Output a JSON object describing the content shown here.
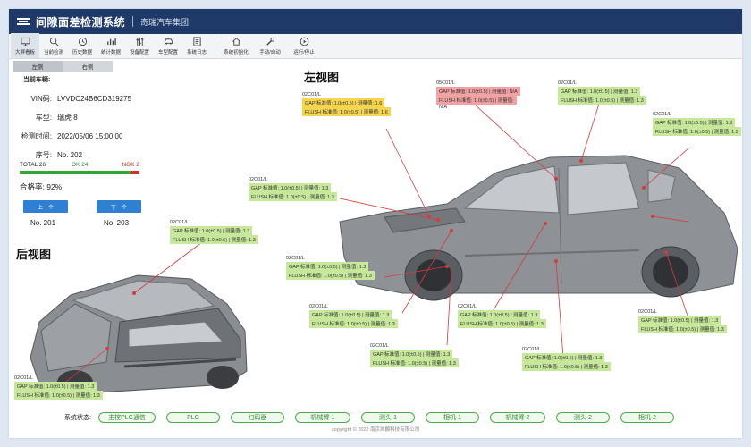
{
  "header": {
    "title": "间隙面差检测系统",
    "company": "奇瑞汽车集团",
    "brand_color": "#1f3a68"
  },
  "toolbar": {
    "items": [
      {
        "label": "大屏看板",
        "icon": "monitor-icon"
      },
      {
        "label": "当前检测",
        "icon": "search-icon"
      },
      {
        "label": "历史数据",
        "icon": "clock-icon"
      },
      {
        "label": "统计数据",
        "icon": "bar-chart-icon"
      },
      {
        "label": "设备配置",
        "icon": "sliders-icon"
      },
      {
        "label": "车型配置",
        "icon": "car-icon"
      },
      {
        "label": "系统日志",
        "icon": "log-icon"
      }
    ],
    "right_items": [
      {
        "label": "系统初始化",
        "icon": "home-icon"
      },
      {
        "label": "手动/自动",
        "icon": "wrench-icon"
      },
      {
        "label": "运行/停止",
        "icon": "play-icon"
      }
    ]
  },
  "tabs": [
    "左侧",
    "右侧"
  ],
  "info": {
    "title": "当前车辆:",
    "rows": [
      {
        "k": "VIN码:",
        "v": "LVVDC24B6CD319275"
      },
      {
        "k": "车型:",
        "v": "瑞虎 8"
      },
      {
        "k": "检测时间:",
        "v": "2022/05/06 15:00:00"
      },
      {
        "k": "序号:",
        "v": "No. 202"
      }
    ],
    "total": "TOTAL 26",
    "ok": "OK 24",
    "nok": "NOK 2",
    "ok_ratio": 0.923,
    "rate": "合格率:  92%",
    "prev": "上一个",
    "next": "下一个",
    "prev_no": "No. 201",
    "next_no": "No. 203"
  },
  "views": {
    "left": "左视图",
    "rear": "后视图"
  },
  "callouts": [
    {
      "id": "02C01/L",
      "gap": "GAP 标准值: 1.0(±0.5) | 测量值: 1.6",
      "flush": "FLUSH 标准值: 1.0(±0.5) | 测量值: 1.6",
      "color": "y"
    },
    {
      "id": "05C01/L",
      "gap": "GAP 标准值: 1.0(±0.5) | 测量值: N/A",
      "flush": "FLUSH 标准值: 1.0(±0.5) | 测量值:",
      "extra": "N/A",
      "color": "r"
    },
    {
      "id": "02C01/L",
      "gap": "GAP 标准值: 1.0(±0.5) | 测量值: 1.3",
      "flush": "FLUSH 标准值: 1.0(±0.5) | 测量值: 1.3",
      "color": "g"
    },
    {
      "id": "02C01/L",
      "gap": "GAP 标准值: 1.0(±0.5) | 测量值: 1.3",
      "flush": "FLUSH 标准值: 1.0(±0.5) | 测量值: 1.3",
      "color": "g"
    },
    {
      "id": "02C01/L",
      "gap": "GAP 标准值: 1.0(±0.5) | 测量值: 1.3",
      "flush": "FLUSH 标准值: 1.0(±0.5) | 测量值: 1.3",
      "color": "g"
    },
    {
      "id": "02C01/L",
      "gap": "GAP 标准值: 1.0(±0.5) | 测量值: 1.3",
      "flush": "FLUSH 标准值: 1.0(±0.5) | 测量值: 1.3",
      "color": "g"
    },
    {
      "id": "02C01/L",
      "gap": "GAP 标准值: 1.0(±0.5) | 测量值: 1.3",
      "flush": "FLUSH 标准值: 1.0(±0.5) | 测量值: 1.3",
      "color": "g"
    },
    {
      "id": "02C01/L",
      "gap": "GAP 标准值: 1.0(±0.5) | 测量值: 1.3",
      "flush": "FLUSH 标准值: 1.0(±0.5) | 测量值: 1.3",
      "color": "g"
    },
    {
      "id": "02C01/L",
      "gap": "GAP 标准值: 1.0(±0.5) | 测量值: 1.3",
      "flush": "FLUSH 标准值: 1.0(±0.5) | 测量值: 1.3",
      "color": "g"
    },
    {
      "id": "02C01/L",
      "gap": "GAP 标准值: 1.0(±0.5) | 测量值: 1.3",
      "flush": "FLUSH 标准值: 1.0(±0.5) | 测量值: 1.3",
      "color": "g"
    },
    {
      "id": "02C01/L",
      "gap": "GAP 标准值: 1.0(±0.5) | 测量值: 1.3",
      "flush": "FLUSH 标准值: 1.0(±0.5) | 测量值: 1.3",
      "color": "g"
    },
    {
      "id": "02C01/L",
      "gap": "GAP 标准值: 1.0(±0.5) | 测量值: 1.3",
      "flush": "FLUSH 标准值: 1.0(±0.5) | 测量值: 1.3",
      "color": "g"
    },
    {
      "id": "02C01/L",
      "gap": "GAP 标准值: 1.0(±0.5) | 测量值: 1.3",
      "flush": "FLUSH 标准值: 1.0(±0.5) | 测量值: 1.3",
      "color": "g"
    }
  ],
  "status": {
    "label": "系统状态:",
    "items": [
      "主控PLC通信",
      "PLC",
      "扫码器",
      "机械臂-1",
      "测头-1",
      "相机-1",
      "机械臂-2",
      "测头-2",
      "相机-2"
    ]
  },
  "copyright": "copyright © 2022 南京凯麟科技有限公司"
}
